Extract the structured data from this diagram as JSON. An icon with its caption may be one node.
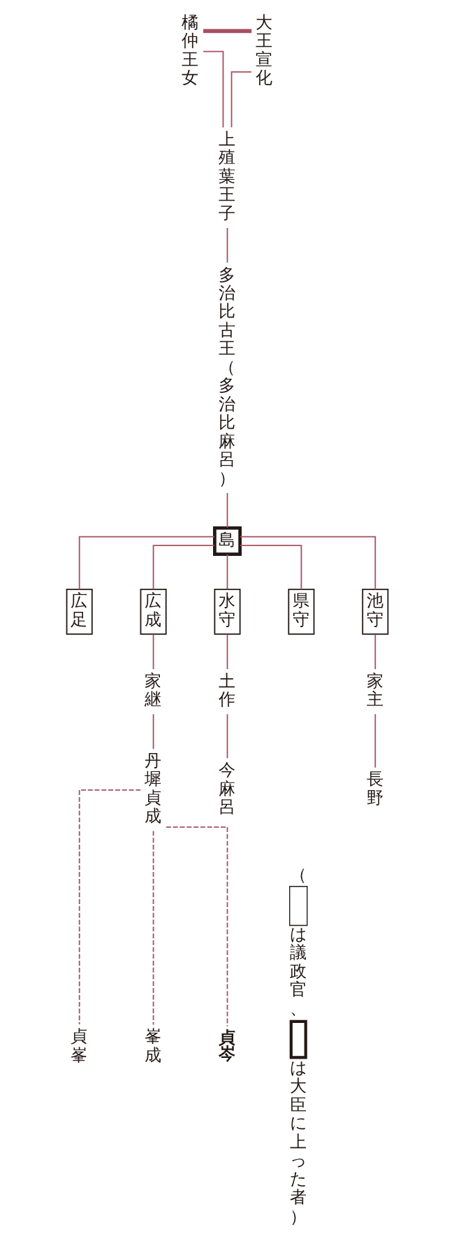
{
  "diagram": {
    "nodes": [
      {
        "text": [
          "大王宣化"
        ]
      },
      {
        "text": [
          "橘仲王女"
        ]
      },
      {
        "text": [
          "上殖葉王子"
        ]
      },
      {
        "text": [
          "多治比古王（多治比麻呂）"
        ]
      },
      {
        "text": [
          "島"
        ]
      },
      {
        "text": [
          "池守"
        ]
      },
      {
        "text": [
          "県守"
        ]
      },
      {
        "text": [
          "水守"
        ]
      },
      {
        "text": [
          "広成"
        ]
      },
      {
        "text": [
          "広足"
        ]
      },
      {
        "text": [
          "家主"
        ]
      },
      {
        "text": [
          "土作"
        ]
      },
      {
        "text": [
          "家継"
        ]
      },
      {
        "text": [
          "長野"
        ]
      },
      {
        "text": [
          "今麻呂"
        ]
      },
      {
        "text": [
          "丹墀貞成"
        ]
      },
      {
        "text": [
          "貞岑"
        ]
      },
      {
        "text": [
          "峯成"
        ]
      },
      {
        "text": [
          "貞峯"
        ]
      }
    ],
    "edges": [
      {
        "from": 1,
        "to": 0,
        "arrow": "none",
        "style": "thick"
      },
      {
        "from": 1,
        "to": 2,
        "arrow": "none"
      },
      {
        "from": 0,
        "to": 2,
        "arrow": "none"
      },
      {
        "from": 2,
        "to": 3,
        "arrow": "none"
      },
      {
        "from": 3,
        "to": 4,
        "arrow": "none"
      },
      {
        "from": 4,
        "to": 9,
        "arrow": "none"
      },
      {
        "from": 4,
        "to": 8,
        "arrow": "none"
      },
      {
        "from": 4,
        "to": 7,
        "arrow": "none"
      },
      {
        "from": 4,
        "to": 6,
        "arrow": "none"
      },
      {
        "from": 4,
        "to": 5,
        "arrow": "none"
      },
      {
        "from": 8,
        "to": 12,
        "arrow": "none"
      },
      {
        "from": 7,
        "to": 11,
        "arrow": "none"
      },
      {
        "from": 5,
        "to": 10,
        "arrow": "none"
      },
      {
        "from": 12,
        "to": 15,
        "arrow": "none"
      },
      {
        "from": 11,
        "to": 14,
        "arrow": "none"
      },
      {
        "from": 10,
        "to": 13,
        "arrow": "none"
      },
      {
        "from": 15,
        "to": 18,
        "arrow": "none",
        "style": "dashed"
      },
      {
        "from": 15,
        "to": 17,
        "arrow": "none",
        "style": "dashed"
      },
      {
        "from": 15,
        "to": 16,
        "arrow": "none",
        "style": "dashed"
      }
    ],
    "labels": [
      "（",
      "）"
    ],
    "legend": [
      {
        "text": "は議政官、"
      },
      {
        "text": "は大臣に上った者"
      }
    ]
  }
}
